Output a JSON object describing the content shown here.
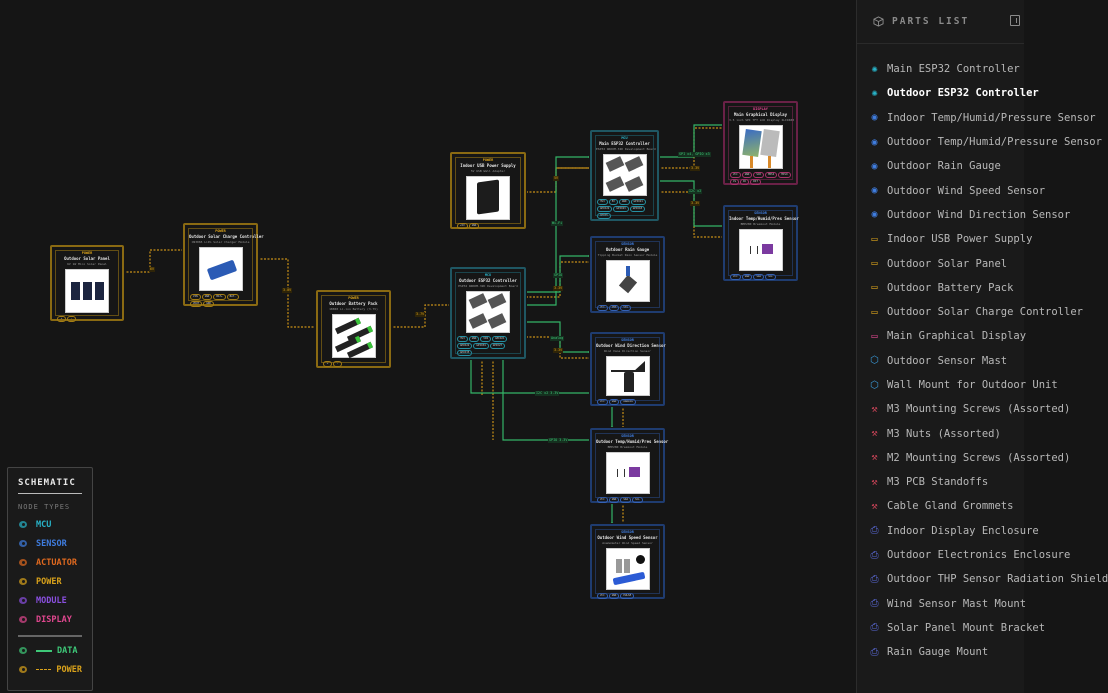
{
  "colors": {
    "background": "#151515",
    "mcu": "#28b3c8",
    "sensor": "#3f7de0",
    "actuator": "#e0691f",
    "power": "#d9a21b",
    "module": "#8a4fe0",
    "display": "#e0478f",
    "data_wire": "#3ec878",
    "power_wire": "#d9a21b"
  },
  "nodes": {
    "solar_panel": {
      "type": "POWER",
      "title": "Outdoor Solar Panel",
      "subtitle": "6V 1W Mini Solar Panel",
      "pins": [
        "+",
        "-"
      ]
    },
    "charge_controller": {
      "type": "POWER",
      "title": "Outdoor Solar Charge Controller",
      "subtitle": "CN3065 LiPo Solar Charger Module",
      "pins": [
        "VIN",
        "GND",
        "BAT+",
        "BAT-",
        "VOUT",
        "GND"
      ]
    },
    "battery": {
      "type": "POWER",
      "title": "Outdoor Battery Pack",
      "subtitle": "18650 Li-ion Battery (3.7V)",
      "pins": [
        "+",
        "-"
      ]
    },
    "usb_power": {
      "type": "POWER",
      "title": "Indoor USB Power Supply",
      "subtitle": "5V USB Wall Adapter",
      "pins": [
        "+5V",
        "GND"
      ]
    },
    "main_esp32": {
      "type": "MCU",
      "title": "Main ESP32 Controller",
      "subtitle": "ESP32 WROOM-32D Development Board",
      "pins": [
        "3V3",
        "5V",
        "GND",
        "GPIO21",
        "GPIO22",
        "GPIO23",
        "GPIO18",
        "GPIO5"
      ]
    },
    "outdoor_esp32": {
      "type": "MCU",
      "title": "Outdoor ESP32 Controller",
      "subtitle": "ESP32 WROOM-32D Development Board",
      "pins": [
        "3V3",
        "GND",
        "VIN",
        "GPIO21",
        "GPIO22",
        "GPIO34",
        "GPIO27",
        "GPIO35"
      ]
    },
    "display": {
      "type": "DISPLAY",
      "title": "Main Graphical Display",
      "subtitle": "3.5 inch SPI TFT LCD Display ILI9488",
      "pins": [
        "VCC",
        "GND",
        "SCK",
        "MOSI",
        "MISO",
        "CS",
        "DC",
        "RST"
      ]
    },
    "indoor_thp": {
      "type": "SENSOR",
      "title": "Indoor Temp/Humid/Pres Sensor",
      "subtitle": "BME280 Breakout Module",
      "pins": [
        "VCC",
        "GND",
        "SDA",
        "SCL"
      ]
    },
    "rain_gauge": {
      "type": "SENSOR",
      "title": "Outdoor Rain Gauge",
      "subtitle": "Tipping Bucket Rain Sensor Module",
      "pins": [
        "VCC",
        "GND",
        "SIG"
      ]
    },
    "wind_direction": {
      "type": "SENSOR",
      "title": "Outdoor Wind Direction Sensor",
      "subtitle": "Wind Vane Direction Sensor",
      "pins": [
        "VCC",
        "GND",
        "ANALOG"
      ]
    },
    "outdoor_thp": {
      "type": "SENSOR",
      "title": "Outdoor Temp/Humid/Pres Sensor",
      "subtitle": "BME280 Breakout Module",
      "pins": [
        "VCC",
        "GND",
        "SDA",
        "SCL"
      ]
    },
    "wind_speed": {
      "type": "SENSOR",
      "title": "Outdoor Wind Speed Sensor",
      "subtitle": "Anemometer Wind Speed Sensor",
      "pins": [
        "VCC",
        "GND",
        "PULSE"
      ]
    }
  },
  "wire_labels": {
    "solar_to_charger": "6V",
    "charger_to_battery": "3.0V",
    "battery_to_esp": "3.7V",
    "usb_to_main": "5V",
    "spi": "SPI x4, GPIO x3",
    "disp_power": "3.3V",
    "i2c_main": "I2C x2",
    "thp_power": "3.3V",
    "wifi": "Wi-Fi",
    "gpio": "GPIO",
    "rain_power": "3.3V",
    "analog": "Analog",
    "vane_power": "3.3V",
    "i2c_outdoor": "I2C x2 3.3V",
    "pulse": "GPIO 3.3V"
  },
  "legend": {
    "title": "SCHEMATIC",
    "subtitle": "NODE TYPES",
    "types": [
      {
        "label": "MCU",
        "color": "#28b3c8"
      },
      {
        "label": "SENSOR",
        "color": "#3f7de0"
      },
      {
        "label": "ACTUATOR",
        "color": "#e0691f"
      },
      {
        "label": "POWER",
        "color": "#d9a21b"
      },
      {
        "label": "MODULE",
        "color": "#8a4fe0"
      },
      {
        "label": "DISPLAY",
        "color": "#e0478f"
      }
    ],
    "wires": [
      {
        "label": "DATA",
        "color": "#3ec878",
        "style": "solid"
      },
      {
        "label": "POWER",
        "color": "#d9a21b",
        "style": "dashed"
      }
    ]
  },
  "sidebar": {
    "title": "PARTS LIST",
    "items": [
      {
        "label": "Main ESP32 Controller",
        "icon": "chip-icon",
        "color": "#28b3c8",
        "active": false
      },
      {
        "label": "Outdoor ESP32 Controller",
        "icon": "chip-icon",
        "color": "#28b3c8",
        "active": true
      },
      {
        "label": "Indoor Temp/Humid/Pressure Sensor",
        "icon": "sensor-icon",
        "color": "#3f7de0",
        "active": false
      },
      {
        "label": "Outdoor Temp/Humid/Pressure Sensor",
        "icon": "sensor-icon",
        "color": "#3f7de0",
        "active": false
      },
      {
        "label": "Outdoor Rain Gauge",
        "icon": "sensor-icon",
        "color": "#3f7de0",
        "active": false
      },
      {
        "label": "Outdoor Wind Speed Sensor",
        "icon": "sensor-icon",
        "color": "#3f7de0",
        "active": false
      },
      {
        "label": "Outdoor Wind Direction Sensor",
        "icon": "sensor-icon",
        "color": "#3f7de0",
        "active": false
      },
      {
        "label": "Indoor USB Power Supply",
        "icon": "battery-icon",
        "color": "#d9a21b",
        "active": false
      },
      {
        "label": "Outdoor Solar Panel",
        "icon": "battery-icon",
        "color": "#d9a21b",
        "active": false
      },
      {
        "label": "Outdoor Battery Pack",
        "icon": "battery-icon",
        "color": "#d9a21b",
        "active": false
      },
      {
        "label": "Outdoor Solar Charge Controller",
        "icon": "battery-icon",
        "color": "#d9a21b",
        "active": false
      },
      {
        "label": "Main Graphical Display",
        "icon": "monitor-icon",
        "color": "#e0478f",
        "active": false
      },
      {
        "label": "Outdoor Sensor Mast",
        "icon": "cube-icon",
        "color": "#3a9ad9",
        "active": false
      },
      {
        "label": "Wall Mount for Outdoor Unit",
        "icon": "cube-icon",
        "color": "#3a9ad9",
        "active": false
      },
      {
        "label": "M3 Mounting Screws (Assorted)",
        "icon": "wrench-icon",
        "color": "#d0455a",
        "active": false
      },
      {
        "label": "M3 Nuts (Assorted)",
        "icon": "wrench-icon",
        "color": "#d0455a",
        "active": false
      },
      {
        "label": "M2 Mounting Screws (Assorted)",
        "icon": "wrench-icon",
        "color": "#d0455a",
        "active": false
      },
      {
        "label": "M3 PCB Standoffs",
        "icon": "wrench-icon",
        "color": "#d0455a",
        "active": false
      },
      {
        "label": "Cable Gland Grommets",
        "icon": "wrench-icon",
        "color": "#d0455a",
        "active": false
      },
      {
        "label": "Indoor Display Enclosure",
        "icon": "printer-icon",
        "color": "#5b6ad9",
        "active": false
      },
      {
        "label": "Outdoor Electronics Enclosure",
        "icon": "printer-icon",
        "color": "#5b6ad9",
        "active": false
      },
      {
        "label": "Outdoor THP Sensor Radiation Shield",
        "icon": "printer-icon",
        "color": "#5b6ad9",
        "active": false
      },
      {
        "label": "Wind Sensor Mast Mount",
        "icon": "printer-icon",
        "color": "#5b6ad9",
        "active": false
      },
      {
        "label": "Solar Panel Mount Bracket",
        "icon": "printer-icon",
        "color": "#5b6ad9",
        "active": false
      },
      {
        "label": "Rain Gauge Mount",
        "icon": "printer-icon",
        "color": "#5b6ad9",
        "active": false
      }
    ]
  }
}
